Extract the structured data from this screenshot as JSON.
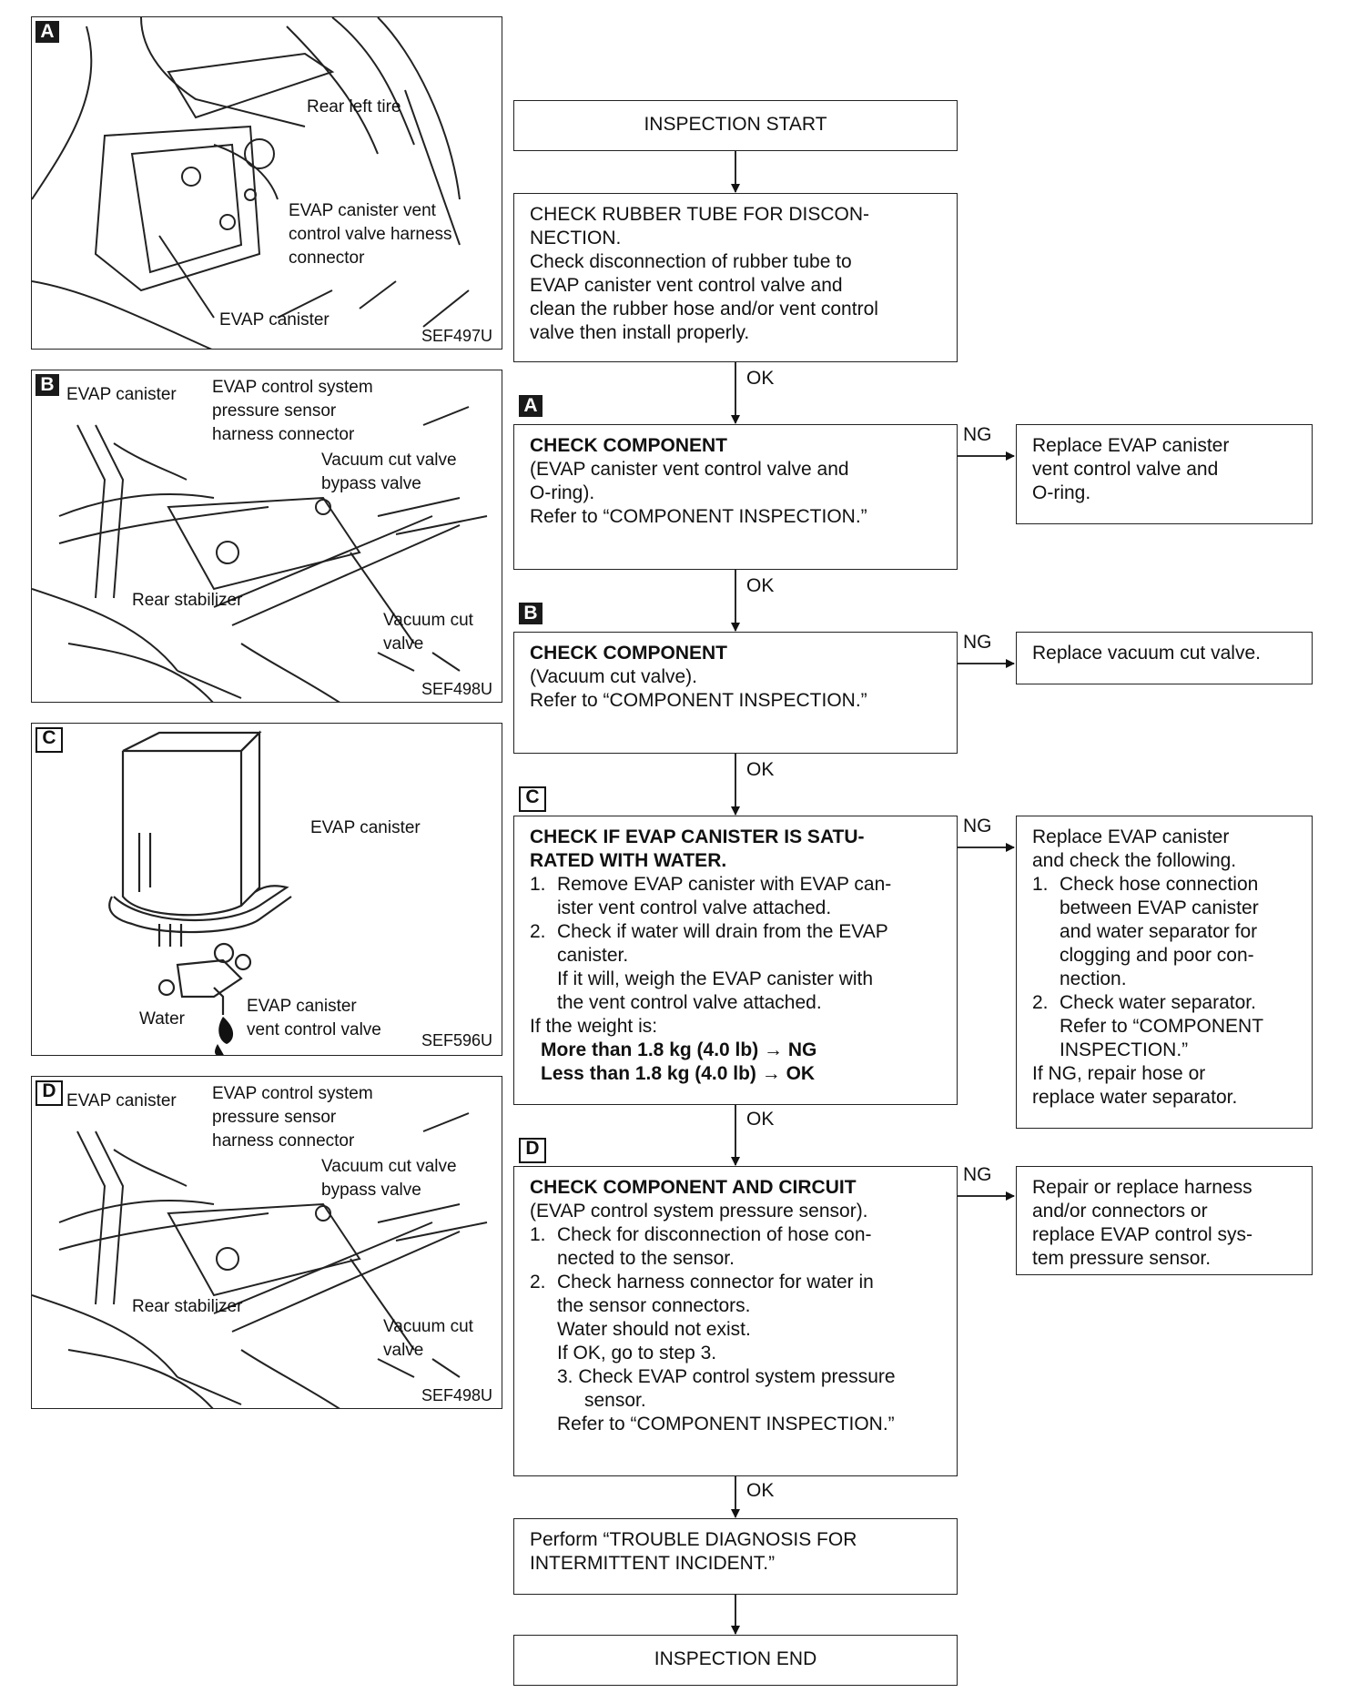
{
  "figures": [
    {
      "tag": "A",
      "labels": [
        "Rear left tire",
        "EVAP canister vent",
        "control valve harness",
        "connector",
        "EVAP canister"
      ],
      "ref": "SEF497U"
    },
    {
      "tag": "B",
      "labels": [
        "EVAP canister",
        "EVAP control system",
        "pressure sensor",
        "harness connector",
        "Vacuum cut valve",
        "bypass valve",
        "Rear stabilizer",
        "Vacuum cut",
        "valve"
      ],
      "ref": "SEF498U"
    },
    {
      "tag": "C",
      "labels": [
        "EVAP canister",
        "EVAP canister",
        "vent control valve",
        "Water"
      ],
      "ref": "SEF596U"
    },
    {
      "tag": "D",
      "labels": [
        "EVAP canister",
        "EVAP control system",
        "pressure sensor",
        "harness connector",
        "Vacuum cut valve",
        "bypass valve",
        "Rear stabilizer",
        "Vacuum cut",
        "valve"
      ],
      "ref": "SEF498U"
    }
  ],
  "flow": {
    "start": "INSPECTION START",
    "rubber": {
      "title": "CHECK RUBBER TUBE FOR DISCON-",
      "title2": "NECTION.",
      "body": [
        "Check disconnection of rubber tube to",
        "EVAP canister vent control valve and",
        "clean the rubber hose and/or vent control",
        "valve then install properly."
      ]
    },
    "step_a": {
      "tag": "A",
      "title": "CHECK COMPONENT",
      "body": [
        "(EVAP canister vent control valve and",
        "O-ring).",
        "Refer to “COMPONENT INSPECTION.”"
      ],
      "ng": [
        "Replace EVAP canister",
        "vent control valve and",
        "O-ring."
      ]
    },
    "step_b": {
      "tag": "B",
      "title": "CHECK COMPONENT",
      "body": [
        "(Vacuum cut valve).",
        "Refer to “COMPONENT INSPECTION.”"
      ],
      "ng": [
        "Replace vacuum cut valve."
      ]
    },
    "step_c": {
      "tag": "C",
      "title": [
        "CHECK IF EVAP CANISTER IS SATU-",
        "RATED WITH WATER."
      ],
      "items": [
        {
          "n": "1.",
          "text": [
            "Remove EVAP canister with EVAP can-",
            "ister vent control valve attached."
          ]
        },
        {
          "n": "2.",
          "text": [
            "Check if water will drain from the EVAP",
            "canister.",
            "If it will, weigh the EVAP canister with",
            "the vent control valve attached."
          ]
        }
      ],
      "weight_intro": "If the weight is:",
      "more": "More than 1.8 kg (4.0 lb) → NG",
      "less": "Less than 1.8 kg (4.0 lb) → OK",
      "ng_intro": [
        "Replace EVAP canister",
        "and check the following."
      ],
      "ng_items": [
        {
          "n": "1.",
          "text": [
            "Check hose connection",
            "between EVAP canister",
            "and water separator for",
            "clogging and poor con-",
            "nection."
          ]
        },
        {
          "n": "2.",
          "text": [
            "Check water separator.",
            "Refer to “COMPONENT",
            "INSPECTION.”"
          ]
        }
      ],
      "ng_tail": [
        "If NG, repair hose or",
        "replace water separator."
      ]
    },
    "step_d": {
      "tag": "D",
      "title": "CHECK COMPONENT AND CIRCUIT",
      "intro": "(EVAP control system pressure sensor).",
      "items": [
        {
          "n": "1.",
          "text": [
            "Check for disconnection of hose con-",
            "nected to the sensor."
          ]
        },
        {
          "n": "2.",
          "text": [
            "Check harness connector for water in",
            "the sensor connectors.",
            "Water should not exist.",
            "If OK, go to step 3."
          ]
        }
      ],
      "item3": [
        "3. Check EVAP control system pressure",
        "sensor."
      ],
      "refer": "Refer to “COMPONENT INSPECTION.”",
      "ng": [
        "Repair or replace harness",
        "and/or connectors or",
        "replace EVAP control sys-",
        "tem pressure sensor."
      ]
    },
    "perform": [
      "Perform “TROUBLE DIAGNOSIS FOR",
      "INTERMITTENT INCIDENT.”"
    ],
    "end": "INSPECTION END",
    "ok_label": "OK",
    "ng_label": "NG"
  }
}
